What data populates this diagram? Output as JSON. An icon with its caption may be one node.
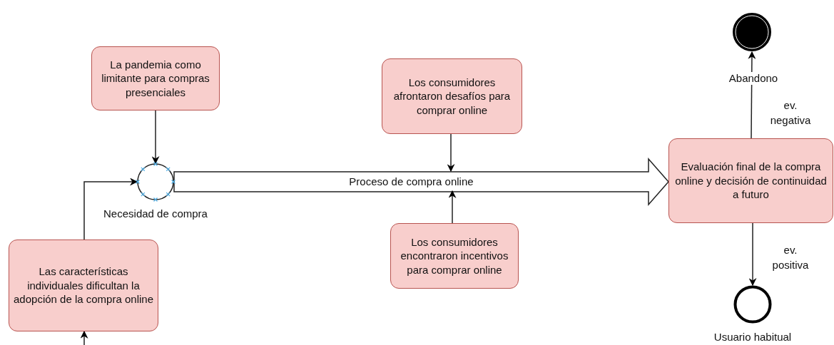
{
  "diagram": {
    "nodes": [
      {
        "text": [
          "La pandemia como limitante para compras presenciales"
        ]
      },
      {
        "text": [
          "Necesidad de compra"
        ]
      },
      {
        "text": [
          "Las características individuales dificultan la adopción de la compra online"
        ]
      },
      {
        "text": [
          "Los consumidores afrontaron desafíos para comprar online"
        ]
      },
      {
        "text": [
          "Los consumidores encontraron incentivos para comprar online"
        ]
      },
      {
        "text": [
          "Evaluación final de la compra online y decisión de continuidad a futuro"
        ]
      },
      {
        "text": [
          "Abandono"
        ]
      },
      {
        "text": [
          "Usuario habitual"
        ]
      }
    ],
    "edges": [
      {
        "from": 0,
        "to": 1,
        "arrow": "to"
      },
      {
        "from": 2,
        "to": 1,
        "arrow": "to"
      },
      {
        "from": null,
        "to": 2,
        "arrow": "to"
      },
      {
        "from": 1,
        "to": 5,
        "arrow": "to",
        "label": "Proceso de compra online",
        "style": "thick"
      },
      {
        "from": 3,
        "to": null,
        "arrow": "to"
      },
      {
        "from": 4,
        "to": null,
        "arrow": "to"
      },
      {
        "from": 5,
        "to": 6,
        "arrow": "to",
        "label": "ev. negativa"
      },
      {
        "from": 5,
        "to": 7,
        "arrow": "to",
        "label": "ev. positiva"
      }
    ]
  }
}
